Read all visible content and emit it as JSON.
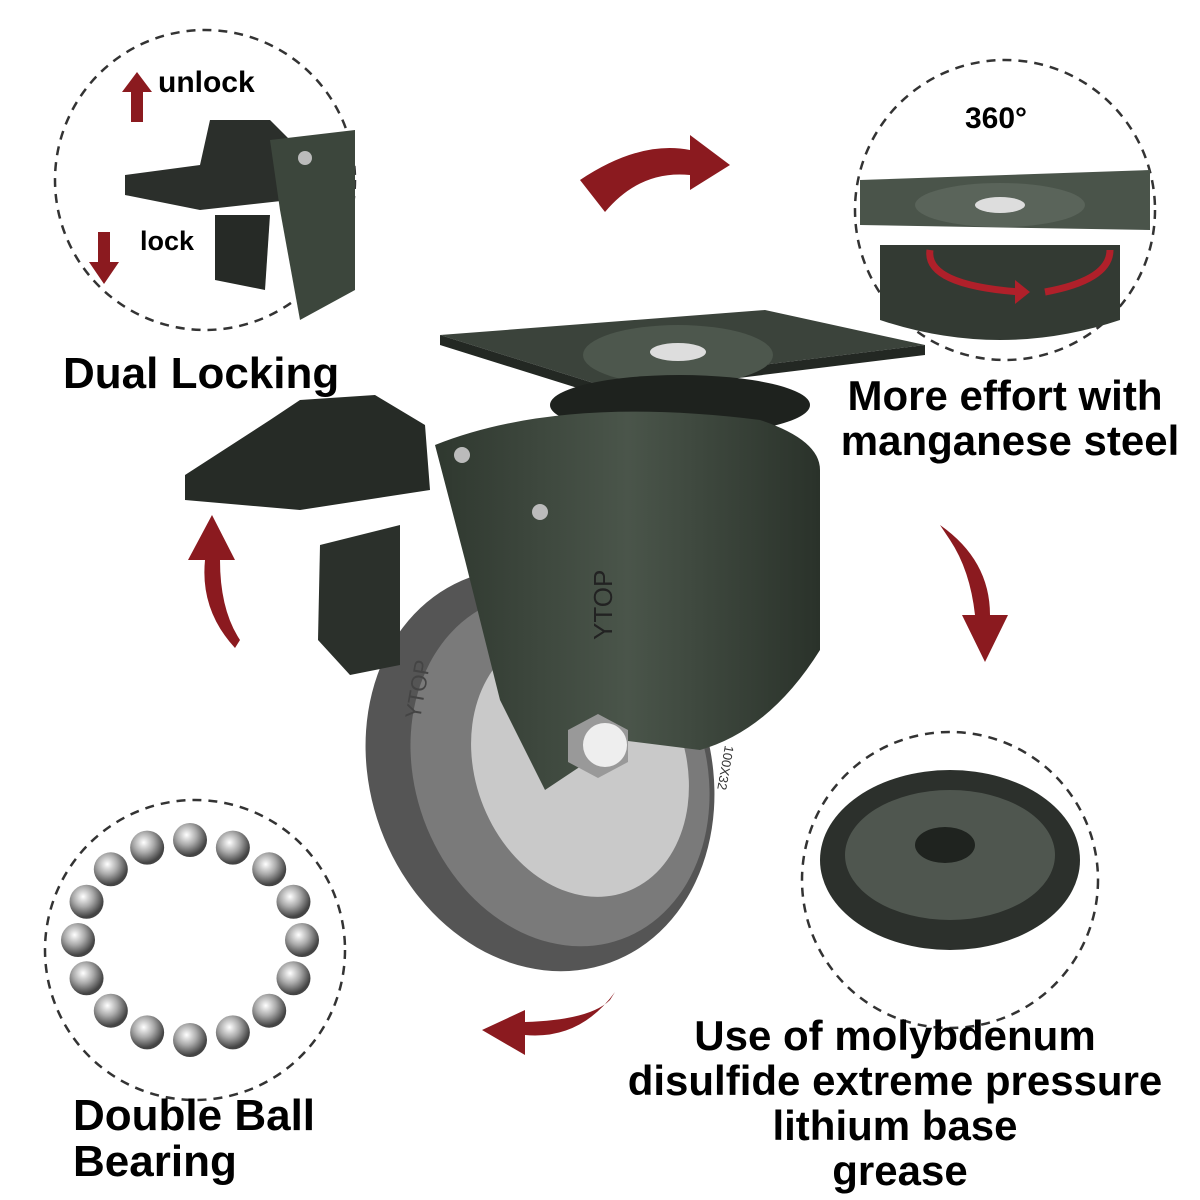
{
  "colors": {
    "accent_red": "#8b1a1f",
    "caster_body": "#3f4a3f",
    "wheel_tread": "#6f6f6f",
    "hub": "#c8c8c8"
  },
  "callouts": {
    "locking": {
      "unlock": "unlock",
      "lock": "lock",
      "caption": "Dual Locking"
    },
    "swivel": {
      "degrees": "360°",
      "line1": "More effort with",
      "line2": "manganese steel"
    },
    "grease": {
      "line1": "Use of molybdenum",
      "line2": "disulfide extreme pressure",
      "line3": "lithium base",
      "line4": "grease"
    },
    "bearing": {
      "line1": "Double Ball",
      "line2": "Bearing"
    }
  },
  "product": {
    "brand": "YTOP",
    "wheel_size": "100X32"
  }
}
